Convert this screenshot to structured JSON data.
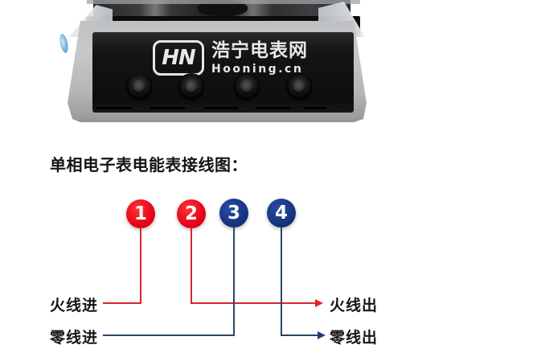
{
  "page": {
    "background": "#ffffff"
  },
  "photo": {
    "description_name": "meter-terminal-block-photo",
    "watermark": {
      "logo": "HN",
      "brand_cn": "浩宁电表网",
      "brand_en": "Hooning.cn"
    }
  },
  "section_title": "单相电子表电能表接线图：",
  "diagram": {
    "terminals": [
      {
        "number": "1",
        "type": "live",
        "color": "#e60016"
      },
      {
        "number": "2",
        "type": "live",
        "color": "#e60016"
      },
      {
        "number": "3",
        "type": "neutral",
        "color": "#15337e"
      },
      {
        "number": "4",
        "type": "neutral",
        "color": "#15337e"
      }
    ],
    "labels": {
      "live_in": "火线进",
      "neutral_in": "零线进",
      "live_out": "火线出",
      "neutral_out": "零线出"
    },
    "colors": {
      "live_line": "#d8262c",
      "neutral_line": "#2b4569"
    }
  }
}
